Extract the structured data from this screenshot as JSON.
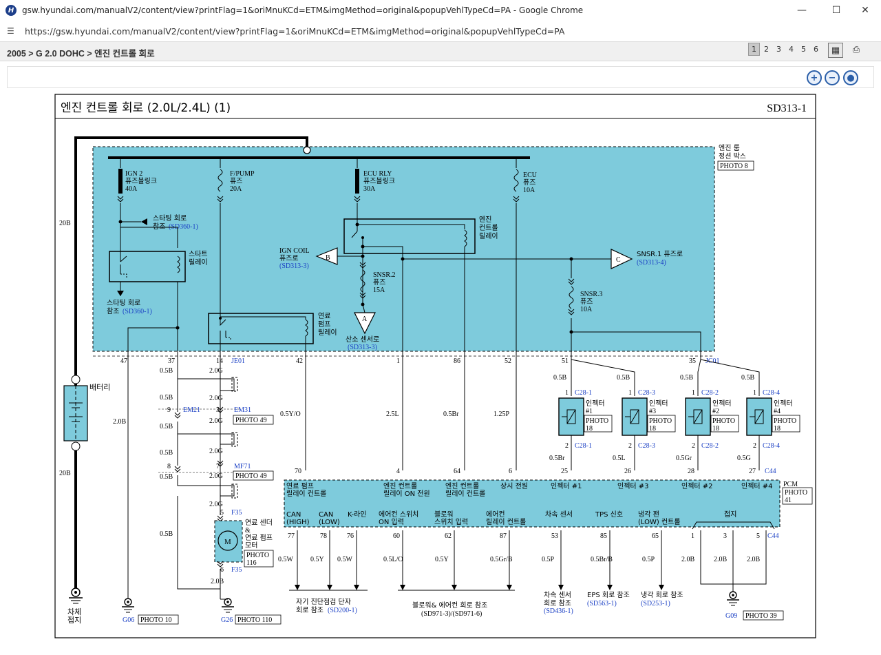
{
  "window": {
    "title": "gsw.hyundai.com/manualV2/content/view?printFlag=1&oriMnuKCd=ETM&imgMethod=original&popupVehlTypeCd=PA - Google Chrome"
  },
  "address": {
    "url": "https://gsw.hyundai.com/manualV2/content/view?printFlag=1&oriMnuKCd=ETM&imgMethod=original&popupVehlTypeCd=PA"
  },
  "breadcrumb": "2005 > G 2.0 DOHC > 엔진 컨트롤 회로",
  "pager": [
    "1",
    "2",
    "3",
    "4",
    "5",
    "6"
  ],
  "colors": {
    "box_fill": "#7ecbdc",
    "link_blue": "#1a3fc4",
    "wire": "#000000"
  },
  "diagram": {
    "title": "엔진 컨트롤 회로 (2.0L/2.4L) (1)",
    "code": "SD313-1",
    "junction_box": {
      "l1": "엔진 룸",
      "l2": "정션 박스",
      "photo": "PHOTO 8"
    },
    "fuses": [
      {
        "id": "ign2",
        "l1": "IGN 2",
        "l2": "퓨즈블링크",
        "l3": "40A"
      },
      {
        "id": "fpump",
        "l1": "F/PUMP",
        "l2": "퓨즈",
        "l3": "20A"
      },
      {
        "id": "ecurly",
        "l1": "ECU RLY",
        "l2": "퓨즈블링크",
        "l3": "30A"
      },
      {
        "id": "ecu",
        "l1": "ECU",
        "l2": "퓨즈",
        "l3": "10A"
      },
      {
        "id": "snsr2",
        "l1": "SNSR.2",
        "l2": "퓨즈",
        "l3": "15A"
      },
      {
        "id": "snsr3",
        "l1": "SNSR.3",
        "l2": "퓨즈",
        "l3": "10A"
      }
    ],
    "refs": {
      "start_top_l1": "스타팅 회로",
      "start_top_l2": "참조",
      "start_top_code": "(SD360-1)",
      "start_bot_l1": "스타팅 회로",
      "start_bot_l2": "참조",
      "start_bot_code": "(SD360-1)",
      "ign_coil_l1": "IGN COIL",
      "ign_coil_l2": "퓨즈로",
      "ign_coil_code": "(SD313-3)",
      "ign_coil_mark": "B",
      "snsr1_l1": "SNSR.1 퓨즈로",
      "snsr1_code": "(SD313-4)",
      "snsr1_mark": "C",
      "o2_l1": "산소 센서로",
      "o2_code": "(SD313-3)",
      "o2_mark": "A"
    },
    "relays": {
      "start": {
        "l1": "스타트",
        "l2": "릴레이"
      },
      "ecm": {
        "l1": "엔진",
        "l2": "컨트롤",
        "l3": "릴레이"
      },
      "fuel": {
        "l1": "연료",
        "l2": "펌프",
        "l3": "릴레이"
      }
    },
    "battery": "배터리",
    "chassis": {
      "l1": "차체",
      "l2": "접지"
    },
    "connectors": {
      "je01": "JE01",
      "jc01": "JC01",
      "em21": "EM21",
      "em31": "EM31",
      "mf71": "MF71",
      "f35a": "F35",
      "f35b": "F35",
      "c44a": "C44",
      "c44b": "C44",
      "photo49a": "PHOTO 49",
      "photo49b": "PHOTO 49"
    },
    "pins_top": [
      "47",
      "37",
      "14",
      "42",
      "1",
      "86",
      "52",
      "51",
      "35"
    ],
    "pins_misc": {
      "p9": "9",
      "p3": "3",
      "p8": "8",
      "p7": "7",
      "p5": "5",
      "p6": "6"
    },
    "wires": {
      "w20b_1": "20B",
      "w20b_2": "20B",
      "w2_0b": "2.0B",
      "w05b_a": "0.5B",
      "w05b_b": "0.5B",
      "w05b_c": "0.5B",
      "w05b_d": "0.5B",
      "w05b_e": "0.5B",
      "w20g_a": "2.0G",
      "w20g_b": "2.0G",
      "w20g_c": "2.0G",
      "w20g_d": "2.0G",
      "w20g_e": "2.0G",
      "w20g_f": "2.0G",
      "w20b_m": "2.0B",
      "w05yo": "0.5Y/O",
      "w25l": "2.5L",
      "w05br": "0.5Br",
      "w125p": "1.25P"
    },
    "injectors": [
      {
        "l1": "인젝터",
        "l2": "#1",
        "top": "C28-1",
        "bot": "C28-1",
        "wire_top": "0.5B",
        "wire_bot": "0.5Br",
        "pin": "25",
        "photo_l1": "PHOTO",
        "photo_l2": "18"
      },
      {
        "l1": "인젝터",
        "l2": "#3",
        "top": "C28-3",
        "bot": "C28-3",
        "wire_top": "0.5B",
        "wire_bot": "0.5L",
        "pin": "26",
        "photo_l1": "PHOTO",
        "photo_l2": "18"
      },
      {
        "l1": "인젝터",
        "l2": "#2",
        "top": "C28-2",
        "bot": "C28-2",
        "wire_top": "0.5B",
        "wire_bot": "0.5Gr",
        "pin": "28",
        "photo_l1": "PHOTO",
        "photo_l2": "18"
      },
      {
        "l1": "인젝터",
        "l2": "#4",
        "top": "C28-4",
        "bot": "C28-4",
        "wire_top": "0.5B",
        "wire_bot": "0.5G",
        "pin": "27",
        "photo_l1": "PHOTO",
        "photo_l2": "18"
      }
    ],
    "inj_pin_top": "1",
    "inj_pin_bot": "2",
    "pcm": {
      "name": "PCM",
      "photo_l1": "PHOTO",
      "photo_l2": "41",
      "top_pins": [
        "70",
        "4",
        "64",
        "6"
      ],
      "top_labels": [
        {
          "l1": "연료 펌프",
          "l2": "릴레이 컨트롤"
        },
        {
          "l1": "엔진 컨트롤",
          "l2": "릴레이 ON 전원"
        },
        {
          "l1": "엔진 컨트롤",
          "l2": "릴레이 컨트롤"
        },
        {
          "l1": "상시 전원",
          "l2": ""
        },
        {
          "l1": "인젝터 #1",
          "l2": ""
        },
        {
          "l1": "인젝터 #3",
          "l2": ""
        },
        {
          "l1": "인젝터 #2",
          "l2": ""
        },
        {
          "l1": "인젝터 #4",
          "l2": ""
        }
      ],
      "bot_labels": [
        {
          "l1": "CAN",
          "l2": "(HIGH)"
        },
        {
          "l1": "CAN",
          "l2": "(LOW)"
        },
        {
          "l1": "K-라인",
          "l2": ""
        },
        {
          "l1": "에어컨 스위치",
          "l2": "ON 입력"
        },
        {
          "l1": "블로워",
          "l2": "스위치 입력"
        },
        {
          "l1": "에어컨",
          "l2": "릴레이 컨트롤"
        },
        {
          "l1": "차속 센서",
          "l2": ""
        },
        {
          "l1": "TPS 신호",
          "l2": ""
        },
        {
          "l1": "냉각 팬",
          "l2": "(LOW) 컨트롤"
        },
        {
          "l1": "접지",
          "l2": ""
        }
      ],
      "bot_pins": [
        "77",
        "78",
        "76",
        "60",
        "62",
        "87",
        "53",
        "85",
        "65",
        "1",
        "3",
        "5"
      ],
      "bot_wires": [
        "0.5W",
        "0.5Y",
        "0.5W",
        "0.5L/O",
        "0.5Y",
        "0.5Gr/B",
        "0.5P",
        "0.5Br/B",
        "0.5P",
        "2.0B",
        "2.0B",
        "2.0B"
      ]
    },
    "bottom_refs": {
      "diag_l1": "자기 진단점검 단자",
      "diag_l2": "회로 참조",
      "diag_code": "(SD200-1)",
      "blower_l1": "블로워& 에어컨 회로 참조",
      "blower_l2": "(SD971-3)/(SD971-6)",
      "vss_l1": "차속 센서",
      "vss_l2": "회로 참조",
      "vss_code": "(SD436-1)",
      "eps_l1": "EPS 회로 참조",
      "eps_code": "(SD563-1)",
      "fan_l1": "냉각 회로 참조",
      "fan_code": "(SD253-1)"
    },
    "pump": {
      "l1": "연료 센더",
      "l2": "&",
      "l3": "연료 펌프",
      "l4": "모터",
      "photo_l1": "PHOTO",
      "photo_l2": "116",
      "motor": "M"
    },
    "grounds": {
      "g06": "G06",
      "g06_photo": "PHOTO 10",
      "g26": "G26",
      "g26_photo": "PHOTO 110",
      "g09": "G09",
      "g09_photo": "PHOTO 39"
    }
  }
}
